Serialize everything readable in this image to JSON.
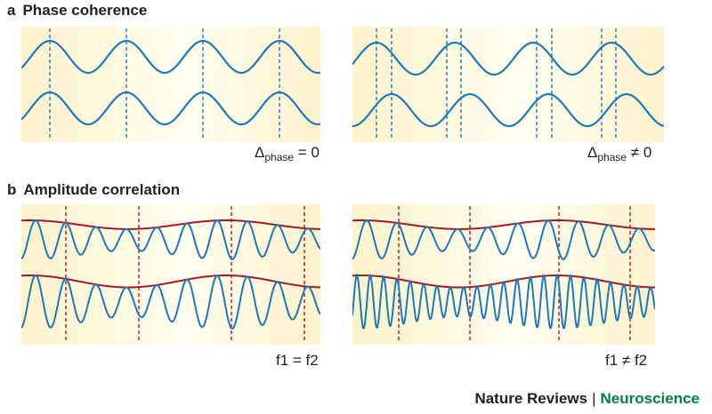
{
  "panel_a": {
    "letter": "a",
    "title": "Phase coherence",
    "left_label": {
      "symbol": "Δ",
      "sub": "phase",
      "rel": "= 0"
    },
    "right_label": {
      "symbol": "Δ",
      "sub": "phase",
      "rel": "≠ 0"
    }
  },
  "panel_b": {
    "letter": "b",
    "title": "Amplitude correlation",
    "left_label": "f1 = f2",
    "right_label": "f1 ≠ f2"
  },
  "credit": {
    "publisher": "Nature Reviews",
    "separator": "|",
    "journal": "Neuroscience"
  },
  "colors": {
    "wave": "#1f78b8",
    "envelope": "#a11a2c",
    "background_light": "#fffdf0",
    "background_warm": "#fdf3cc",
    "journal": "#00843d"
  }
}
